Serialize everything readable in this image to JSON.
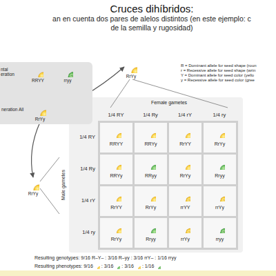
{
  "diagram": {
    "title": "Cruces dihíbridos:",
    "nodes": [
      {
        "text": [
          "ntal eration",
          "neration All"
        ]
      },
      {
        "text": [
          "RRYY"
        ],
        "in": 0
      },
      {
        "text": [
          "rryy"
        ],
        "in": 0
      },
      {
        "text": [
          "RrYy"
        ],
        "in": 0
      },
      {
        "text": [
          "RrYy"
        ]
      },
      {
        "text": [
          "RrYy"
        ]
      },
      {
        "text": [
          "RRYY"
        ]
      },
      {
        "text": [
          "RRYy"
        ]
      },
      {
        "text": [
          "RrYY"
        ]
      },
      {
        "text": [
          "RrYy"
        ]
      },
      {
        "text": [
          "RRYy"
        ]
      },
      {
        "text": [
          "RRyy"
        ]
      },
      {
        "text": [
          "RrYy"
        ]
      },
      {
        "text": [
          "Rryy"
        ]
      },
      {
        "text": [
          "RrYY"
        ]
      },
      {
        "text": [
          "RrYy"
        ]
      },
      {
        "text": [
          "rrYY"
        ]
      },
      {
        "text": [
          "rrYy"
        ]
      },
      {
        "text": [
          "RrYy"
        ]
      },
      {
        "text": [
          "Rryy"
        ]
      },
      {
        "text": [
          "rrYy"
        ]
      },
      {
        "text": [
          "rryy"
        ]
      }
    ],
    "edges": [
      {
        "from": 3,
        "to": 4,
        "arrow": "to"
      },
      {
        "from": 3,
        "to": 5,
        "arrow": "to"
      }
    ],
    "labels": [
      "an en cuenta dos pares de alelos distintos (en este ejemplo: c",
      "de la semilla y rugosidad)",
      "R = Dominant allele for seed shape (roun",
      "r = Recessive allele for seed shape (wrin",
      "Y = Dominant allele for seed color (yello",
      "y = Recessive allele for seed color (gree",
      "Female gametes",
      "1/4 RY",
      "1/4 Ry",
      "1/4 rY",
      "1/4 ry",
      "Male gametes",
      "1/4 RY",
      "1/4 Ry",
      "1/4 rY",
      "1/4 ry",
      "Resulting genotypes: 9/16 R–Y– : 3/16 R–yy : 3/16 rrY– : 1/16 rryy",
      "Resulting phenotypes: 9/16",
      ": 3/16",
      ": 3/16",
      ": 1/16"
    ]
  }
}
